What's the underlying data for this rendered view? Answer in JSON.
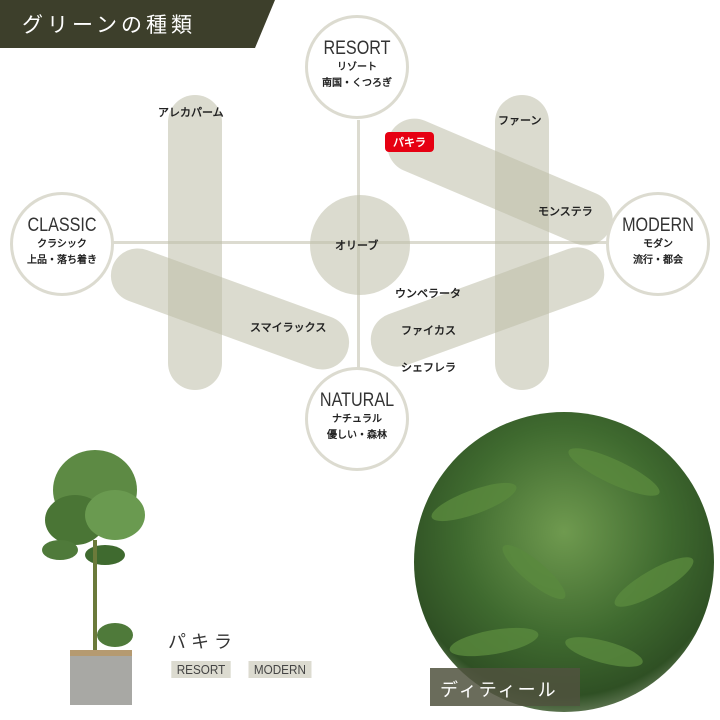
{
  "header": {
    "title": "グリーンの種類"
  },
  "axes": {
    "top": {
      "en": "RESORT",
      "jp1": "リゾート",
      "jp2": "南国・くつろぎ"
    },
    "left": {
      "en": "CLASSIC",
      "jp1": "クラシック",
      "jp2": "上品・落ち着き"
    },
    "right": {
      "en": "MODERN",
      "jp1": "モダン",
      "jp2": "流行・都会"
    },
    "bottom": {
      "en": "NATURAL",
      "jp1": "ナチュラル",
      "jp2": "優しい・森林"
    }
  },
  "plants": {
    "areca": "アレカパーム",
    "pachira": "パキラ",
    "fern": "ファーン",
    "monstera": "モンステラ",
    "olive": "オリーブ",
    "umbellata": "ウンベラータ",
    "smilax": "スマイラックス",
    "ficus": "ファイカス",
    "schefflera": "シェフレラ"
  },
  "product": {
    "name": "パキラ",
    "tags": [
      "RESORT",
      "MODERN"
    ]
  },
  "detail": {
    "label": "ディティール"
  },
  "colors": {
    "header": "#3d3f2b",
    "highlight": "#e60012",
    "pill": "#d9d8cc"
  }
}
